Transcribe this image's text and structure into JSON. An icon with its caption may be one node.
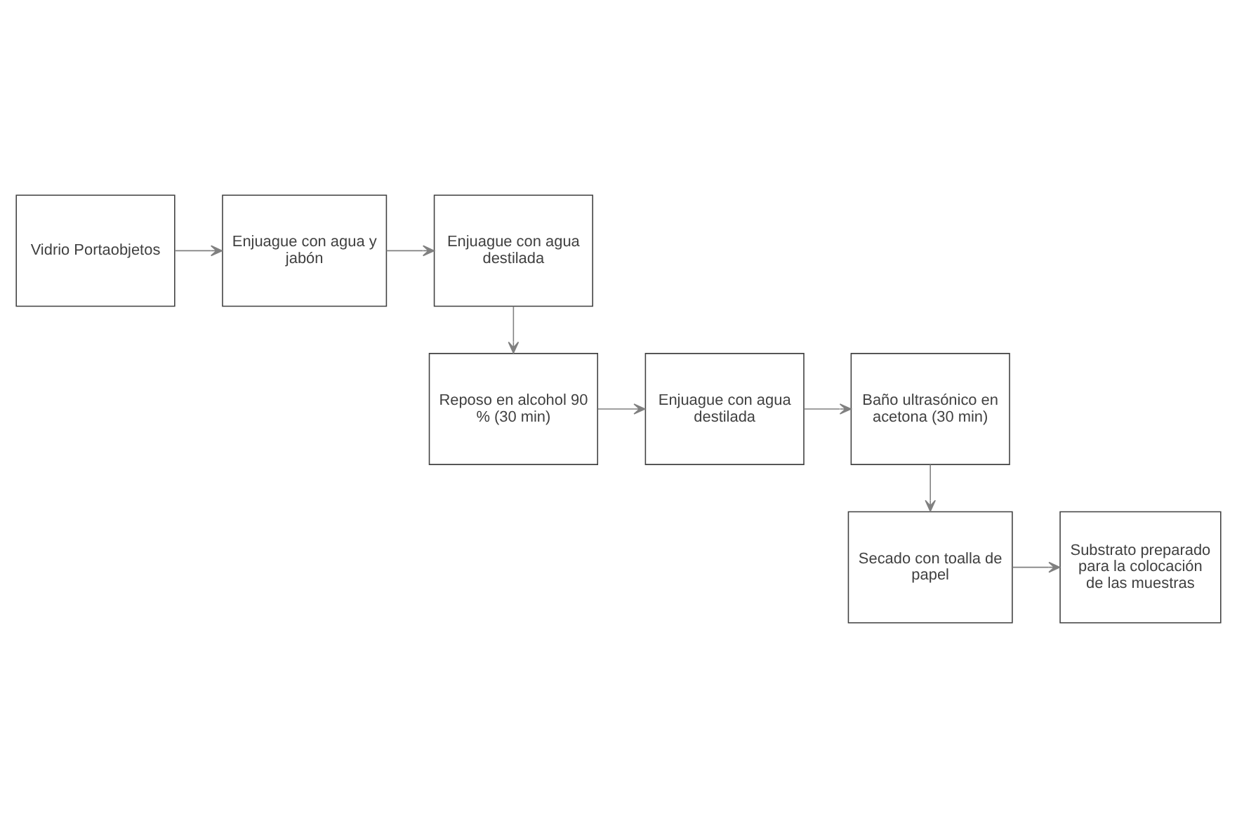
{
  "diagram": {
    "nodes": [
      {
        "text": [
          "Vidrio Portaobjetos"
        ]
      },
      {
        "text": [
          "Enjuague con agua y jabón"
        ]
      },
      {
        "text": [
          "Enjuague con agua destilada"
        ]
      },
      {
        "text": [
          "Reposo en alcohol 90 % (30 min)"
        ]
      },
      {
        "text": [
          "Enjuague con agua destilada"
        ]
      },
      {
        "text": [
          "Baño ultrasónico en acetona (30 min)"
        ]
      },
      {
        "text": [
          "Secado con toalla de papel"
        ]
      },
      {
        "text": [
          "Substrato preparado para la colocación de las muestras"
        ]
      }
    ],
    "edges": [
      {
        "from": 0,
        "to": 1,
        "arrow": "to"
      },
      {
        "from": 1,
        "to": 2,
        "arrow": "to"
      },
      {
        "from": 2,
        "to": 3,
        "arrow": "to"
      },
      {
        "from": 3,
        "to": 4,
        "arrow": "to"
      },
      {
        "from": 4,
        "to": 5,
        "arrow": "to"
      },
      {
        "from": 5,
        "to": 6,
        "arrow": "to"
      },
      {
        "from": 6,
        "to": 7,
        "arrow": "to"
      }
    ]
  }
}
